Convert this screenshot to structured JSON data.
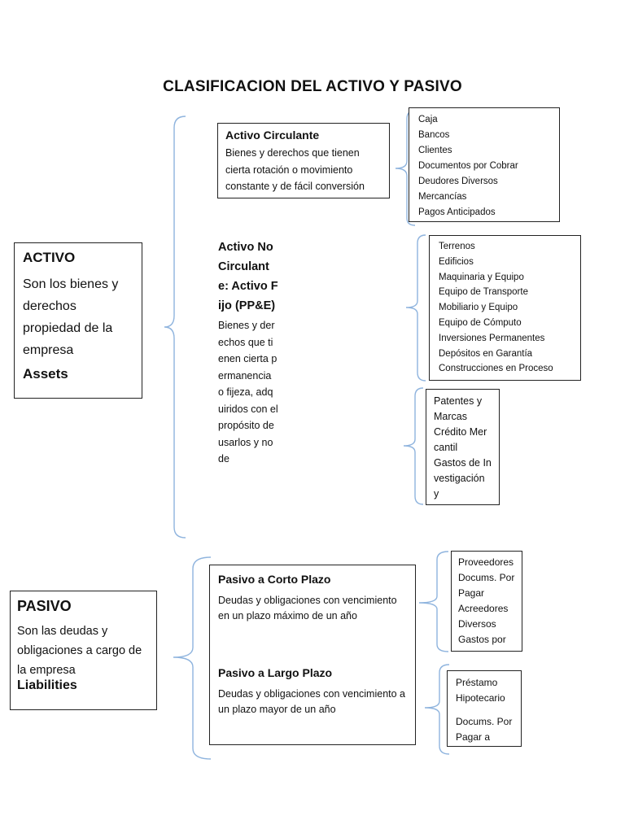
{
  "title": "CLASIFICACION DEL ACTIVO Y PASIVO",
  "activo": {
    "heading": "ACTIVO",
    "description": "Son los bienes y derechos propiedad de la empresa",
    "english": "Assets"
  },
  "activo_circulante": {
    "title": "Activo Circulante",
    "description": "Bienes y derechos que tienen cierta rotación o movimiento constante y de fácil conversión",
    "items": [
      "Caja",
      "Bancos",
      "Clientes",
      "Documentos por Cobrar",
      "Deudores Diversos",
      "Mercancías",
      "Pagos Anticipados"
    ]
  },
  "activo_no_circulante": {
    "title": "Activo No Circulante: Activo Fijo (PP&E)",
    "description": "Bienes y derechos que tienen cierta permanencia o fijeza, adquiridos con el propósito de usarlos y no de",
    "fijo_items": [
      "Terrenos",
      "Edificios",
      "Maquinaria y Equipo",
      "Equipo de Transporte",
      "Mobiliario y Equipo",
      "Equipo de Cómputo",
      "Inversiones Permanentes",
      "Depósitos en Garantía",
      "Construcciones en Proceso"
    ],
    "intangible_items": [
      "Patentes y Marcas",
      "Crédito Mercantil",
      "Gastos de Investigación y"
    ]
  },
  "pasivo": {
    "heading": "PASIVO",
    "description": "Son las deudas y obligaciones a cargo de la empresa",
    "english": "Liabilities"
  },
  "pasivo_corto": {
    "title": "Pasivo a Corto Plazo",
    "description": "Deudas y obligaciones con vencimiento en un plazo máximo de un año",
    "items": [
      "Proveedores",
      "Docums. Por Pagar",
      "Acreedores Diversos",
      "Gastos por"
    ]
  },
  "pasivo_largo": {
    "title": "Pasivo a Largo Plazo",
    "description": "Deudas y obligaciones con vencimiento a un plazo mayor de un año",
    "items": [
      "Préstamo Hipotecario",
      "Docums. Por Pagar a"
    ]
  },
  "colors": {
    "brace": "#8fb4de",
    "border": "#222222"
  }
}
